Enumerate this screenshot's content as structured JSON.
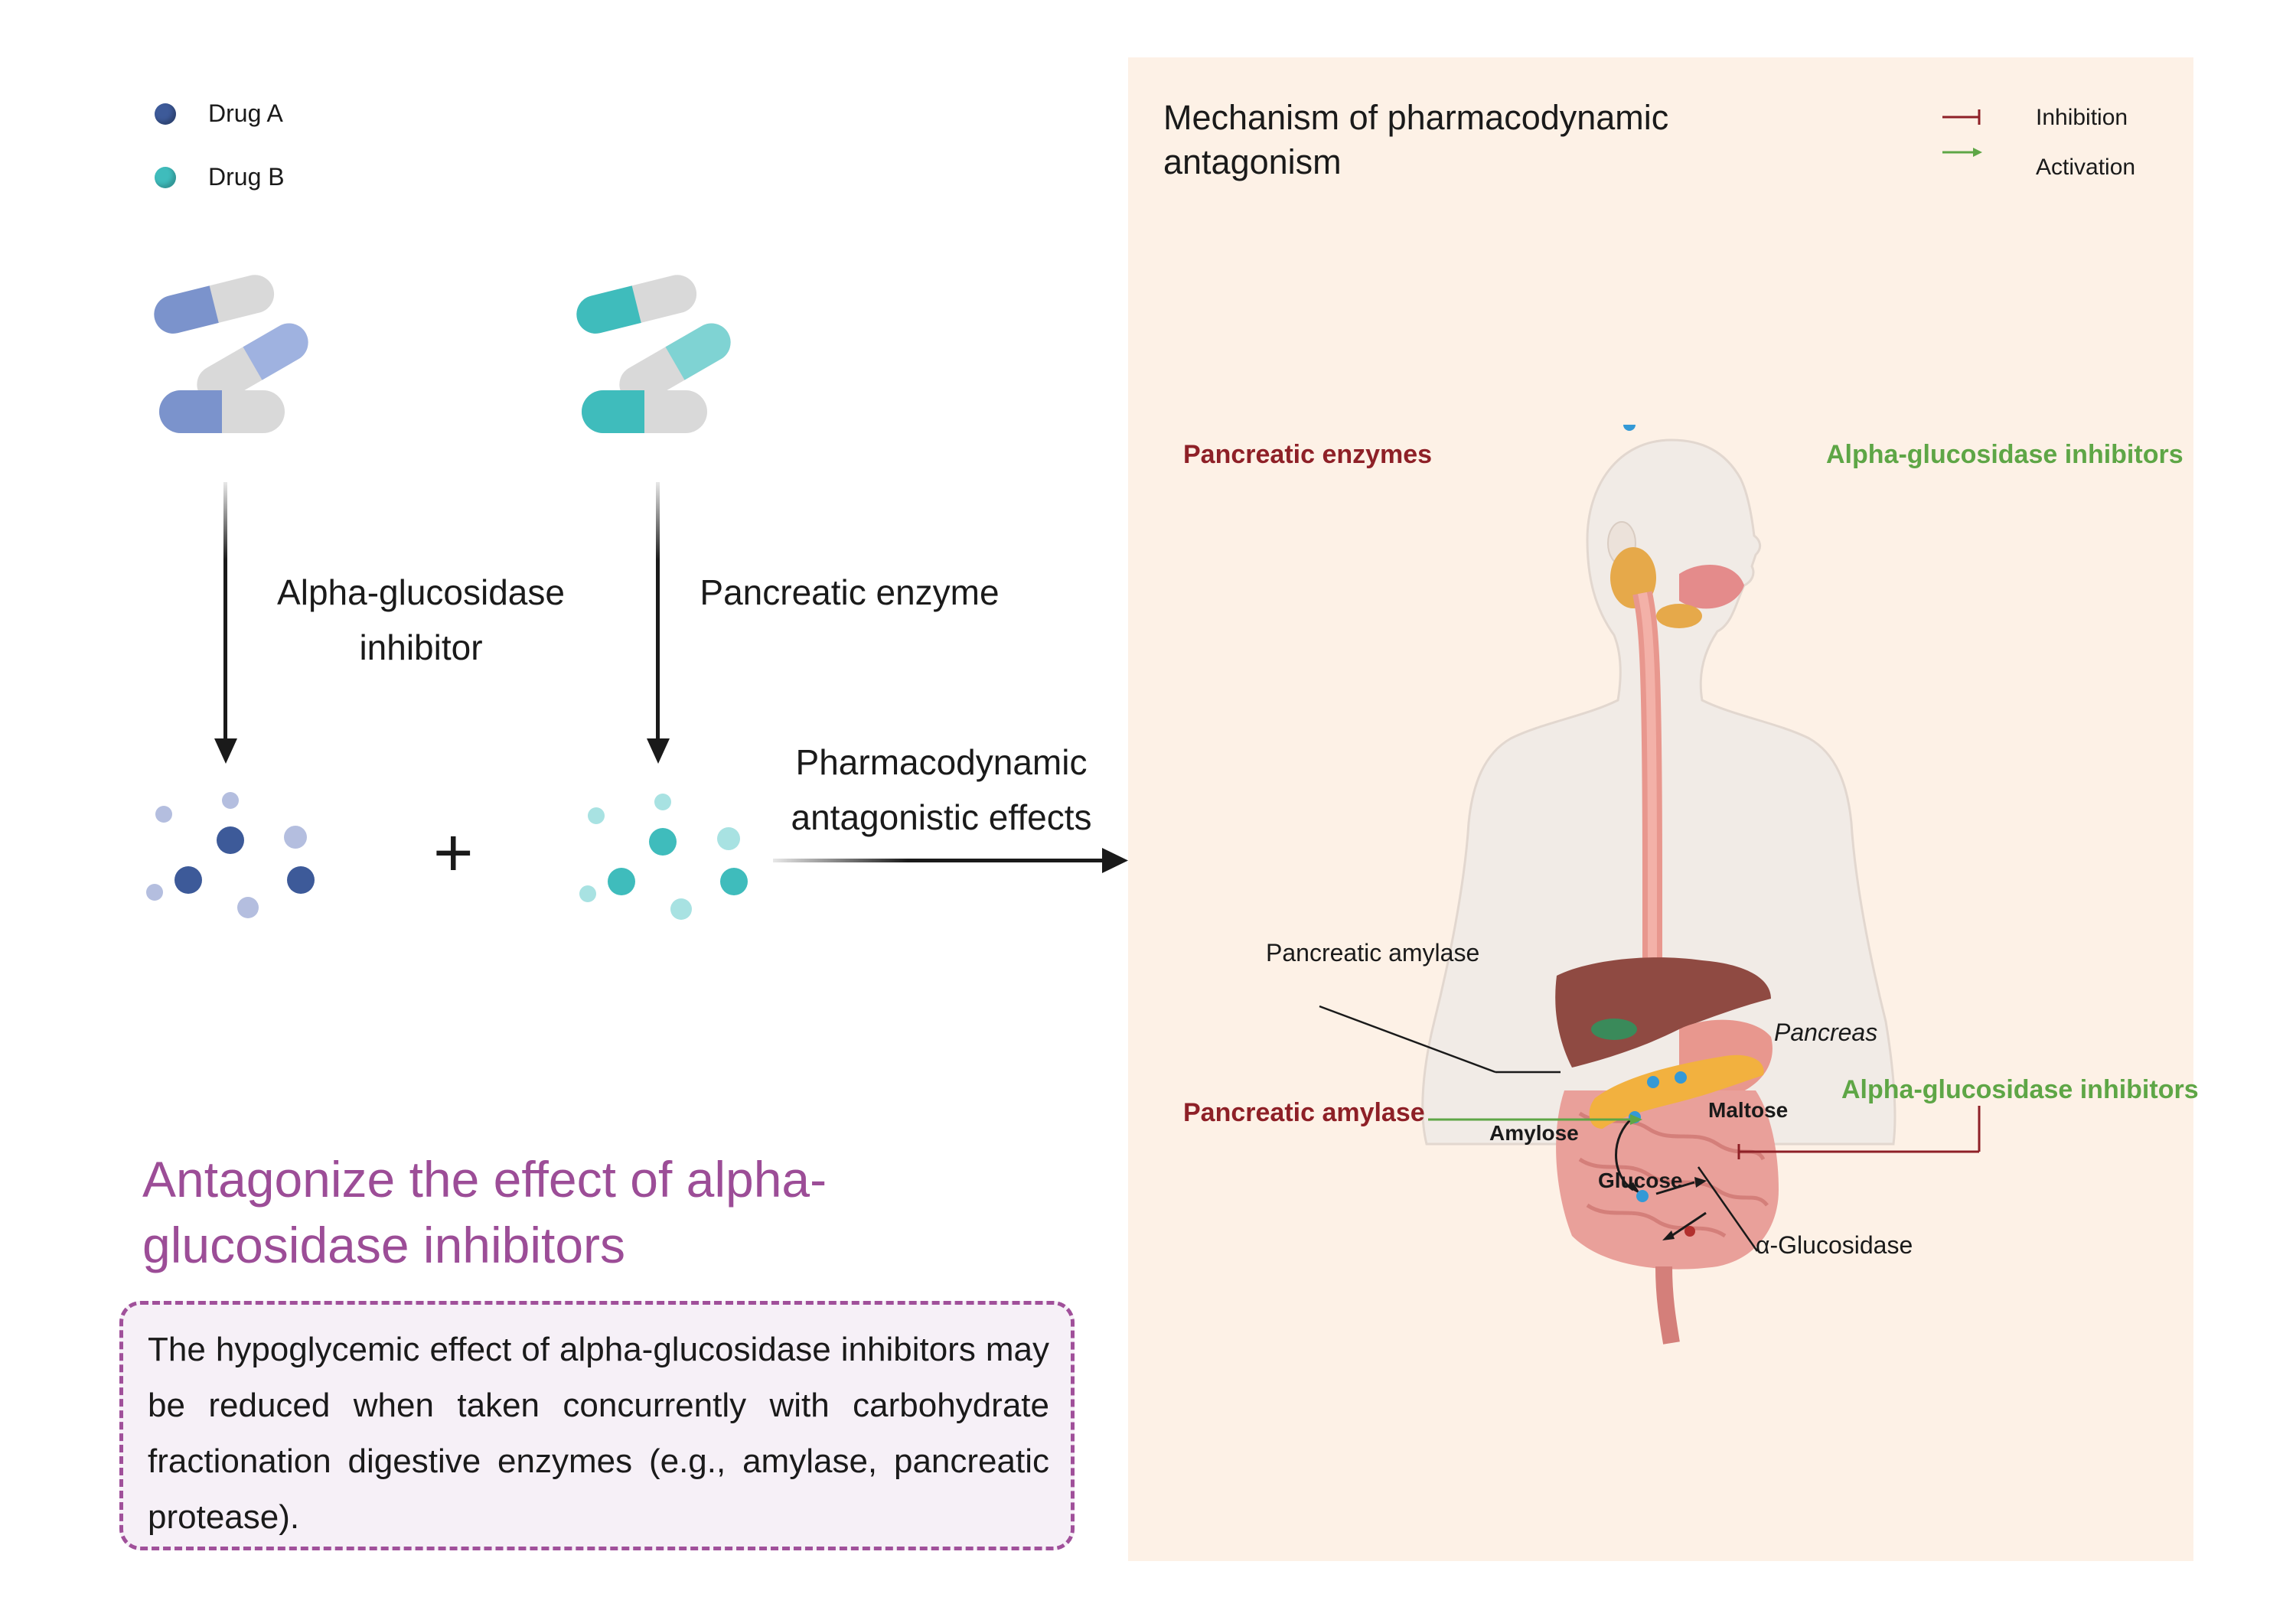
{
  "legend": {
    "drug_a": {
      "label": "Drug A",
      "color": "#3d5a99"
    },
    "drug_b": {
      "label": "Drug B",
      "color": "#3fbcbc"
    }
  },
  "drug_a_action": "Alpha-glucosidase\ninhibitor",
  "drug_b_action": "Pancreatic enzyme",
  "combination_symbol": "+",
  "effect_label": "Pharmacodynamic\nantagonistic effects",
  "heading": "Antagonize the effect of alpha-\nglucosidase inhibitors",
  "note": "The hypoglycemic effect of alpha-glucosidase inhibitors may be reduced when taken concurrently with carbohydrate fractionation digestive enzymes (e.g., amylase, pancreatic protease).",
  "panel": {
    "title": "Mechanism of pharmacodynamic\nantagonism",
    "legend": {
      "inhibition": {
        "label": "Inhibition",
        "color": "#8e2027"
      },
      "activation": {
        "label": "Activation",
        "color": "#5ea646"
      }
    },
    "top_left_label": "Pancreatic enzymes",
    "top_right_label": "Alpha-glucosidase inhibitors",
    "pancreatic_amylase_anno": "Pancreatic amylase",
    "pancreas_anno": "Pancreas",
    "left_input_label": "Pancreatic amylase",
    "right_input_label": "Alpha-glucosidase inhibitors",
    "amylose": "Amylose",
    "maltose": "Maltose",
    "glucose": "Glucose",
    "alpha_glucosidase": "α-Glucosidase"
  }
}
